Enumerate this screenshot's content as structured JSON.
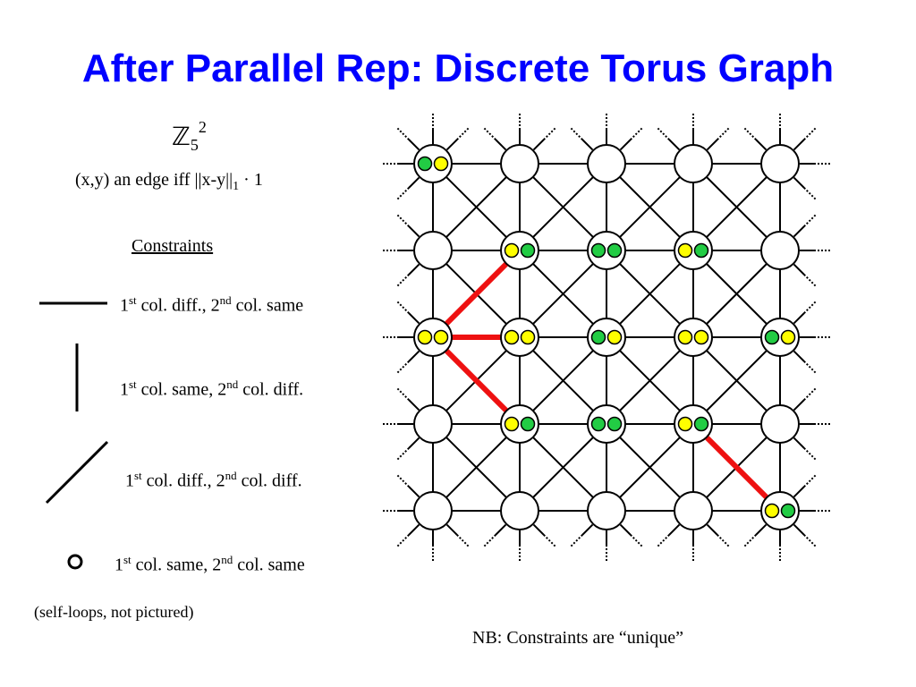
{
  "title": "After Parallel Rep:  Discrete Torus Graph",
  "set_symbol": "ℤ",
  "set_subscript": "5",
  "set_superscript": "2",
  "edge_def": {
    "prefix": "(x,y) an edge iff  ||x-y||",
    "subscript": "1",
    "suffix": " · 1"
  },
  "constraints_heading": "Constraints",
  "legend": [
    {
      "type": "horizontal",
      "ord1": "st",
      "text1": " col. diff., 2",
      "ord2": "nd",
      "text2": " col. same",
      "num1": "1",
      "num2": ""
    },
    {
      "type": "vertical",
      "ord1": "st",
      "text1": " col. same, 2",
      "ord2": "nd",
      "text2": " col. diff.",
      "num1": "1",
      "num2": ""
    },
    {
      "type": "diagonal",
      "ord1": "st",
      "text1": " col. diff., 2",
      "ord2": "nd",
      "text2": " col. diff.",
      "num1": "1",
      "num2": ""
    },
    {
      "type": "loop",
      "ord1": "st",
      "text1": " col. same, 2",
      "ord2": "nd",
      "text2": " col. same",
      "num1": "1",
      "num2": ""
    }
  ],
  "self_loop_note": "(self-loops, not pictured)",
  "nb_note": "NB:  Constraints are “unique”",
  "colors": {
    "title": "#0000ff",
    "green": "#22cc44",
    "yellow": "#ffff00",
    "highlight": "#ee1111"
  },
  "grid": {
    "rows": 5,
    "cols": 5,
    "node_dots": [
      [
        [
          "green",
          "yellow"
        ],
        [],
        [],
        [],
        []
      ],
      [
        [],
        [
          "yellow",
          "green"
        ],
        [
          "green",
          "green"
        ],
        [
          "yellow",
          "green"
        ],
        []
      ],
      [
        [
          "yellow",
          "yellow"
        ],
        [
          "yellow",
          "yellow"
        ],
        [
          "green",
          "yellow"
        ],
        [
          "yellow",
          "yellow"
        ],
        [
          "green",
          "yellow"
        ]
      ],
      [
        [],
        [
          "yellow",
          "green"
        ],
        [
          "green",
          "green"
        ],
        [
          "yellow",
          "green"
        ],
        []
      ],
      [
        [],
        [],
        [],
        [],
        [
          "yellow",
          "green"
        ]
      ]
    ],
    "highlighted_edges": [
      {
        "from": [
          2,
          0
        ],
        "to": [
          1,
          1
        ]
      },
      {
        "from": [
          2,
          0
        ],
        "to": [
          2,
          1
        ]
      },
      {
        "from": [
          2,
          0
        ],
        "to": [
          3,
          1
        ]
      },
      {
        "from": [
          3,
          3
        ],
        "to": [
          4,
          4
        ]
      }
    ]
  }
}
